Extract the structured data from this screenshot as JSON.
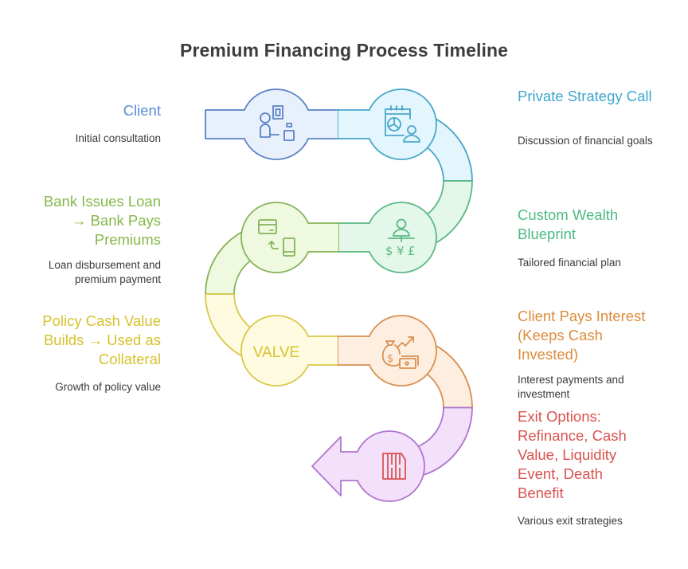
{
  "title": "Premium Financing Process Timeline",
  "steps": [
    {
      "title": "Client",
      "description": "Initial consultation",
      "icon": "client-advisor-icon",
      "color": "#5b8bd4",
      "fill": "#e8f0fc",
      "stroke": "#5b82c7"
    },
    {
      "title": "Private Strategy Call",
      "description": "Discussion of financial goals",
      "icon": "calendar-chart-person-icon",
      "color": "#3fa6cf",
      "fill": "#e4f6fd",
      "stroke": "#48a6c9"
    },
    {
      "title": "Custom Wealth Blueprint",
      "description": "Tailored financial plan",
      "icon": "person-currencies-icon",
      "color": "#4dbb84",
      "fill": "#e3f8ea",
      "stroke": "#5cb883"
    },
    {
      "title": "Bank Issues Loan → Bank Pays Premiums",
      "description": "Loan disbursement and premium payment",
      "icon": "card-phone-transfer-icon",
      "color": "#86b84a",
      "fill": "#eef9e0",
      "stroke": "#86b35a"
    },
    {
      "title": "Policy Cash Value Builds → Used as Collateral",
      "description": "Growth of policy value",
      "icon": "valve-text-icon",
      "icon_text": "VALVE",
      "color": "#d6c22c",
      "fill": "#fffbe0",
      "stroke": "#d9c84a"
    },
    {
      "title": "Client Pays Interest (Keeps Cash Invested)",
      "description": "Interest payments and investment",
      "icon": "money-bag-growth-icon",
      "color": "#dc8c3c",
      "fill": "#fdeee0",
      "stroke": "#d89050"
    },
    {
      "title": "Exit Options: Refinance, Cash Value, Liquidity Event, Death Benefit",
      "description": "Various exit strategies",
      "icon": "exit-door-icon",
      "color": "#d9534f",
      "fill": "#f3e0fb",
      "stroke": "#b074cf"
    }
  ]
}
